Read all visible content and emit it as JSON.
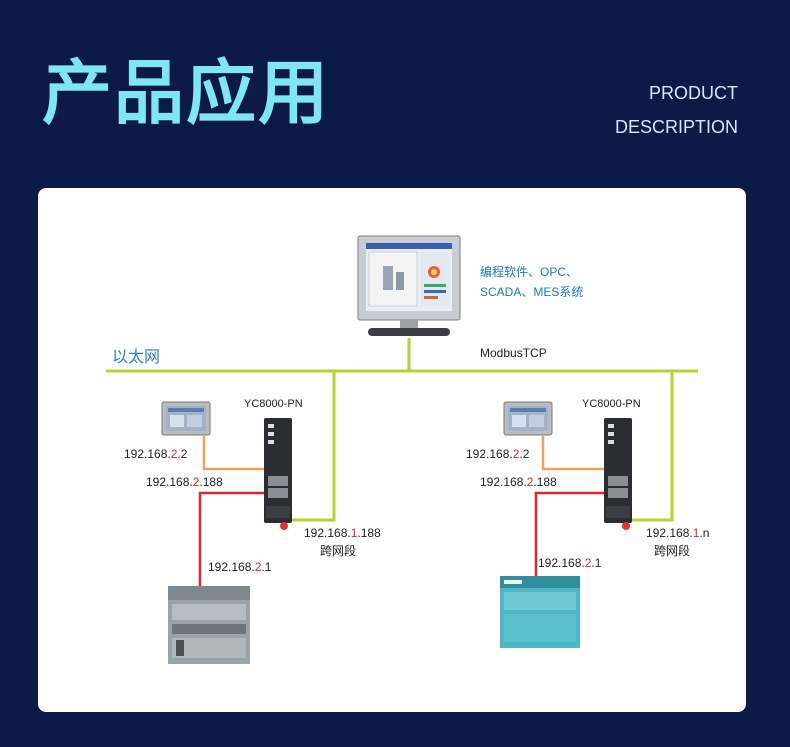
{
  "header": {
    "title": "产品应用",
    "subtitle_line1": "PRODUCT",
    "subtitle_line2": "DESCRIPTION"
  },
  "diagram": {
    "scada": {
      "line1": "编程软件、OPC、",
      "line2": "SCADA、MES系统"
    },
    "ethernet_label": "以太网",
    "protocol_label": "ModbusTCP",
    "left": {
      "gateway_label": "YC8000-PN",
      "hmi_ip": {
        "prefix": "192.168.",
        "mid": "2",
        "suffix": ".2"
      },
      "gateway_local_ip": {
        "prefix": "192.168.",
        "mid": "2",
        "suffix": ".188"
      },
      "gateway_net_ip": {
        "prefix": "192.168.",
        "mid": "1",
        "suffix": ".188"
      },
      "cross_segment": "跨网段",
      "plc_ip": {
        "prefix": "192.168.",
        "mid": "2",
        "suffix": ".1"
      }
    },
    "right": {
      "gateway_label": "YC8000-PN",
      "hmi_ip": {
        "prefix": "192.168.",
        "mid": "2",
        "suffix": ".2"
      },
      "gateway_local_ip": {
        "prefix": "192.168.",
        "mid": "2",
        "suffix": ".188"
      },
      "gateway_net_ip": {
        "prefix": "192.168.",
        "mid": "1",
        "suffix": ".n"
      },
      "cross_segment": "跨网段",
      "plc_ip": {
        "prefix": "192.168.",
        "mid": "2",
        "suffix": ".1"
      }
    },
    "colors": {
      "ethernet_line": "#b5d233",
      "orange_link": "#f0a25a",
      "red_link": "#e0262c",
      "accent_blue": "#1a78c8"
    }
  }
}
